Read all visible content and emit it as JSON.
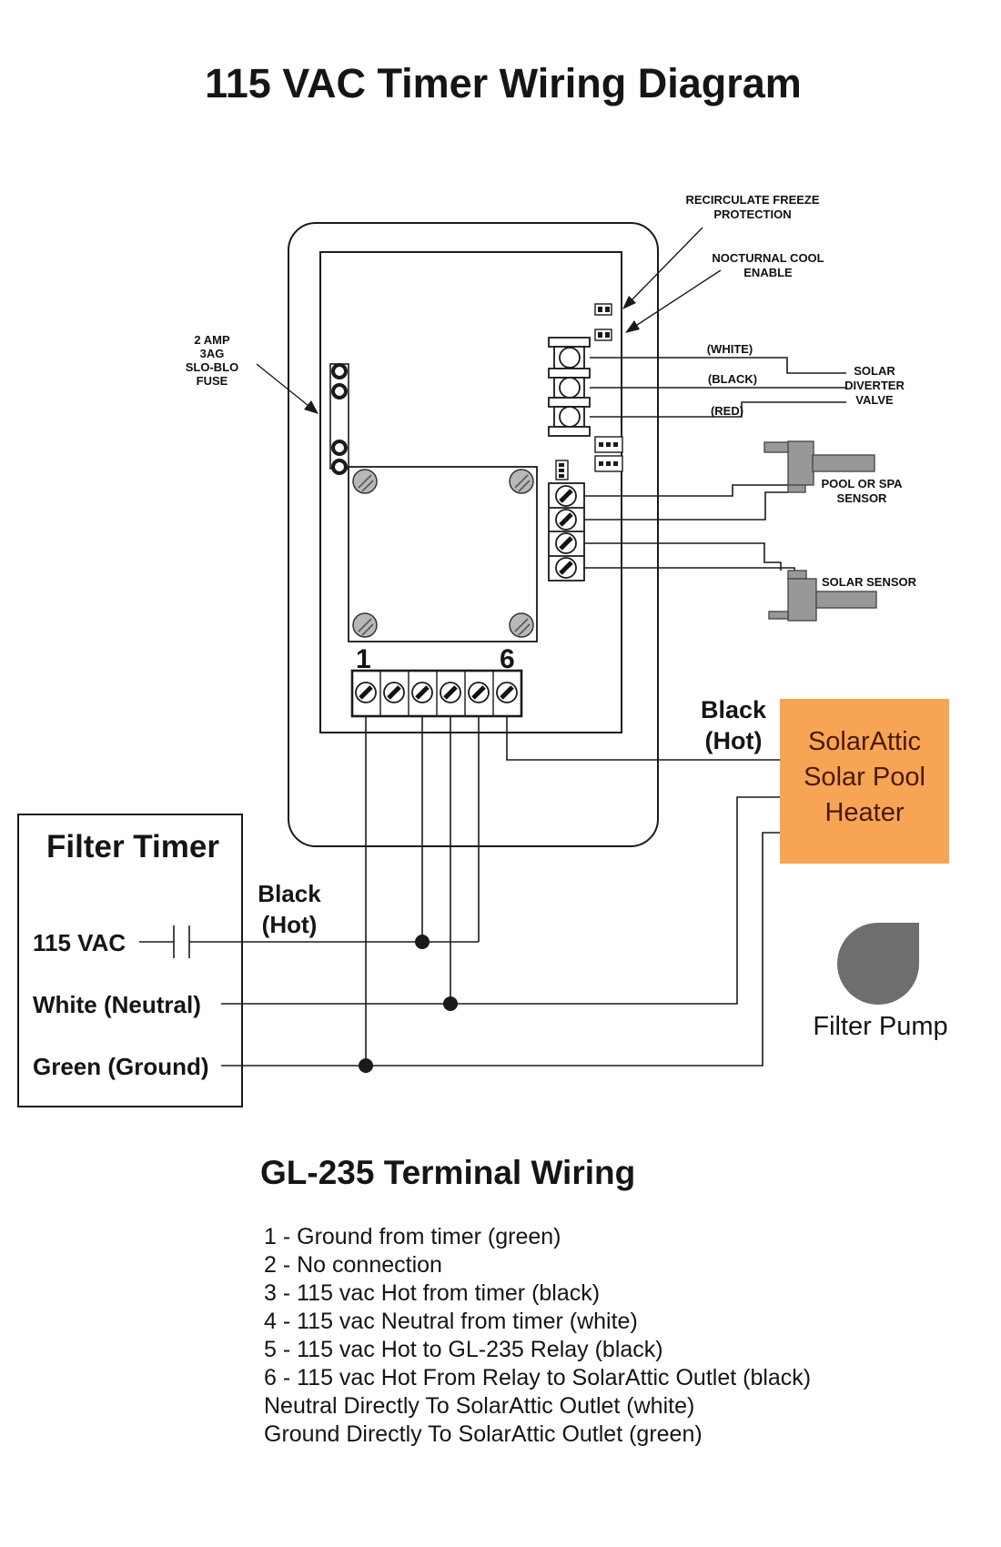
{
  "title": "115 VAC Timer Wiring Diagram",
  "labels": {
    "recirculate": [
      "RECIRCULATE FREEZE",
      "PROTECTION"
    ],
    "nocturnal": [
      "NOCTURNAL COOL",
      "ENABLE"
    ],
    "fuse": [
      "2 AMP",
      "3AG",
      "SLO-BLO",
      "FUSE"
    ],
    "wire_white": "(WHITE)",
    "wire_black": "(BLACK)",
    "wire_red": "(RED)",
    "diverter": [
      "SOLAR",
      "DIVERTER",
      "VALVE"
    ],
    "pool_sensor": [
      "POOL OR SPA",
      "SENSOR"
    ],
    "solar_sensor": "SOLAR SENSOR",
    "terminal_1": "1",
    "terminal_6": "6",
    "black_hot_top": [
      "Black",
      "(Hot)"
    ],
    "black_hot_timer": [
      "Black",
      "(Hot)"
    ]
  },
  "heater_box": {
    "lines": [
      "SolarAttic",
      "Solar Pool",
      "Heater"
    ],
    "bg_color": "#f8a455",
    "text_color": "#4a1a00"
  },
  "filter_timer": {
    "title": "Filter Timer",
    "vac_label": "115 VAC",
    "white_label": "White (Neutral)",
    "green_label": "Green (Ground)"
  },
  "filter_pump": {
    "label": "Filter Pump"
  },
  "gl235": {
    "title": "GL-235 Terminal Wiring",
    "items": [
      "1 - Ground from timer (green)",
      "2 - No connection",
      "3 - 115 vac Hot from timer (black)",
      "4 - 115 vac Neutral from timer (white)",
      "5 - 115 vac Hot to GL-235 Relay (black)",
      "6 - 115 vac Hot From Relay to SolarAttic Outlet (black)",
      "Neutral Directly To SolarAttic Outlet (white)",
      "Ground Directly To SolarAttic Outlet (green)"
    ]
  }
}
